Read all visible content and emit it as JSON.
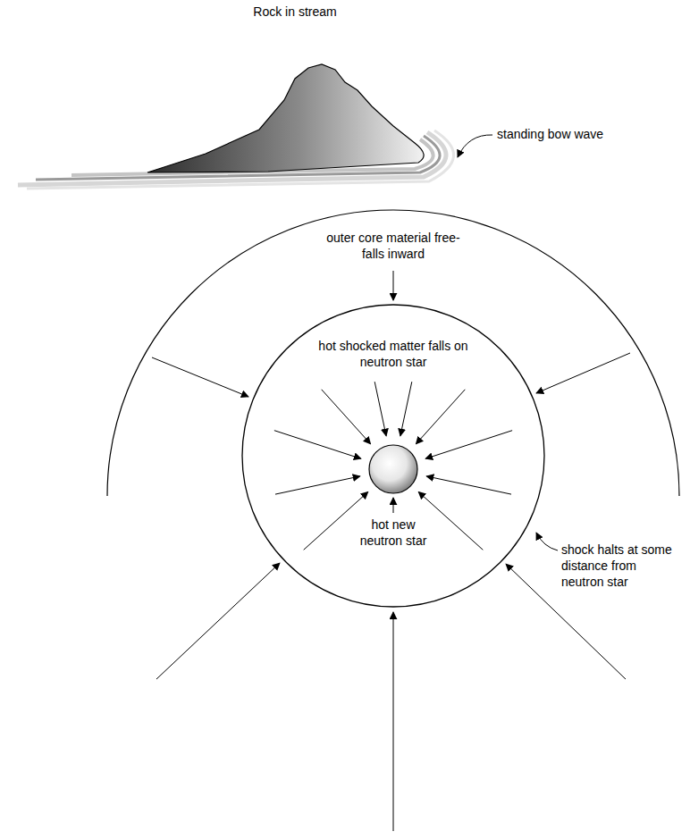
{
  "diagram": {
    "nodes": [
      {
        "text": [
          "hot shocked matter falls on neutron star"
        ]
      },
      {
        "text": [
          "hot new neutron star"
        ],
        "in": 0
      }
    ],
    "labels": [
      "Rock in stream",
      "standing bow wave",
      "outer core material free-falls inward",
      "shock halts at some distance from neutron star"
    ]
  }
}
